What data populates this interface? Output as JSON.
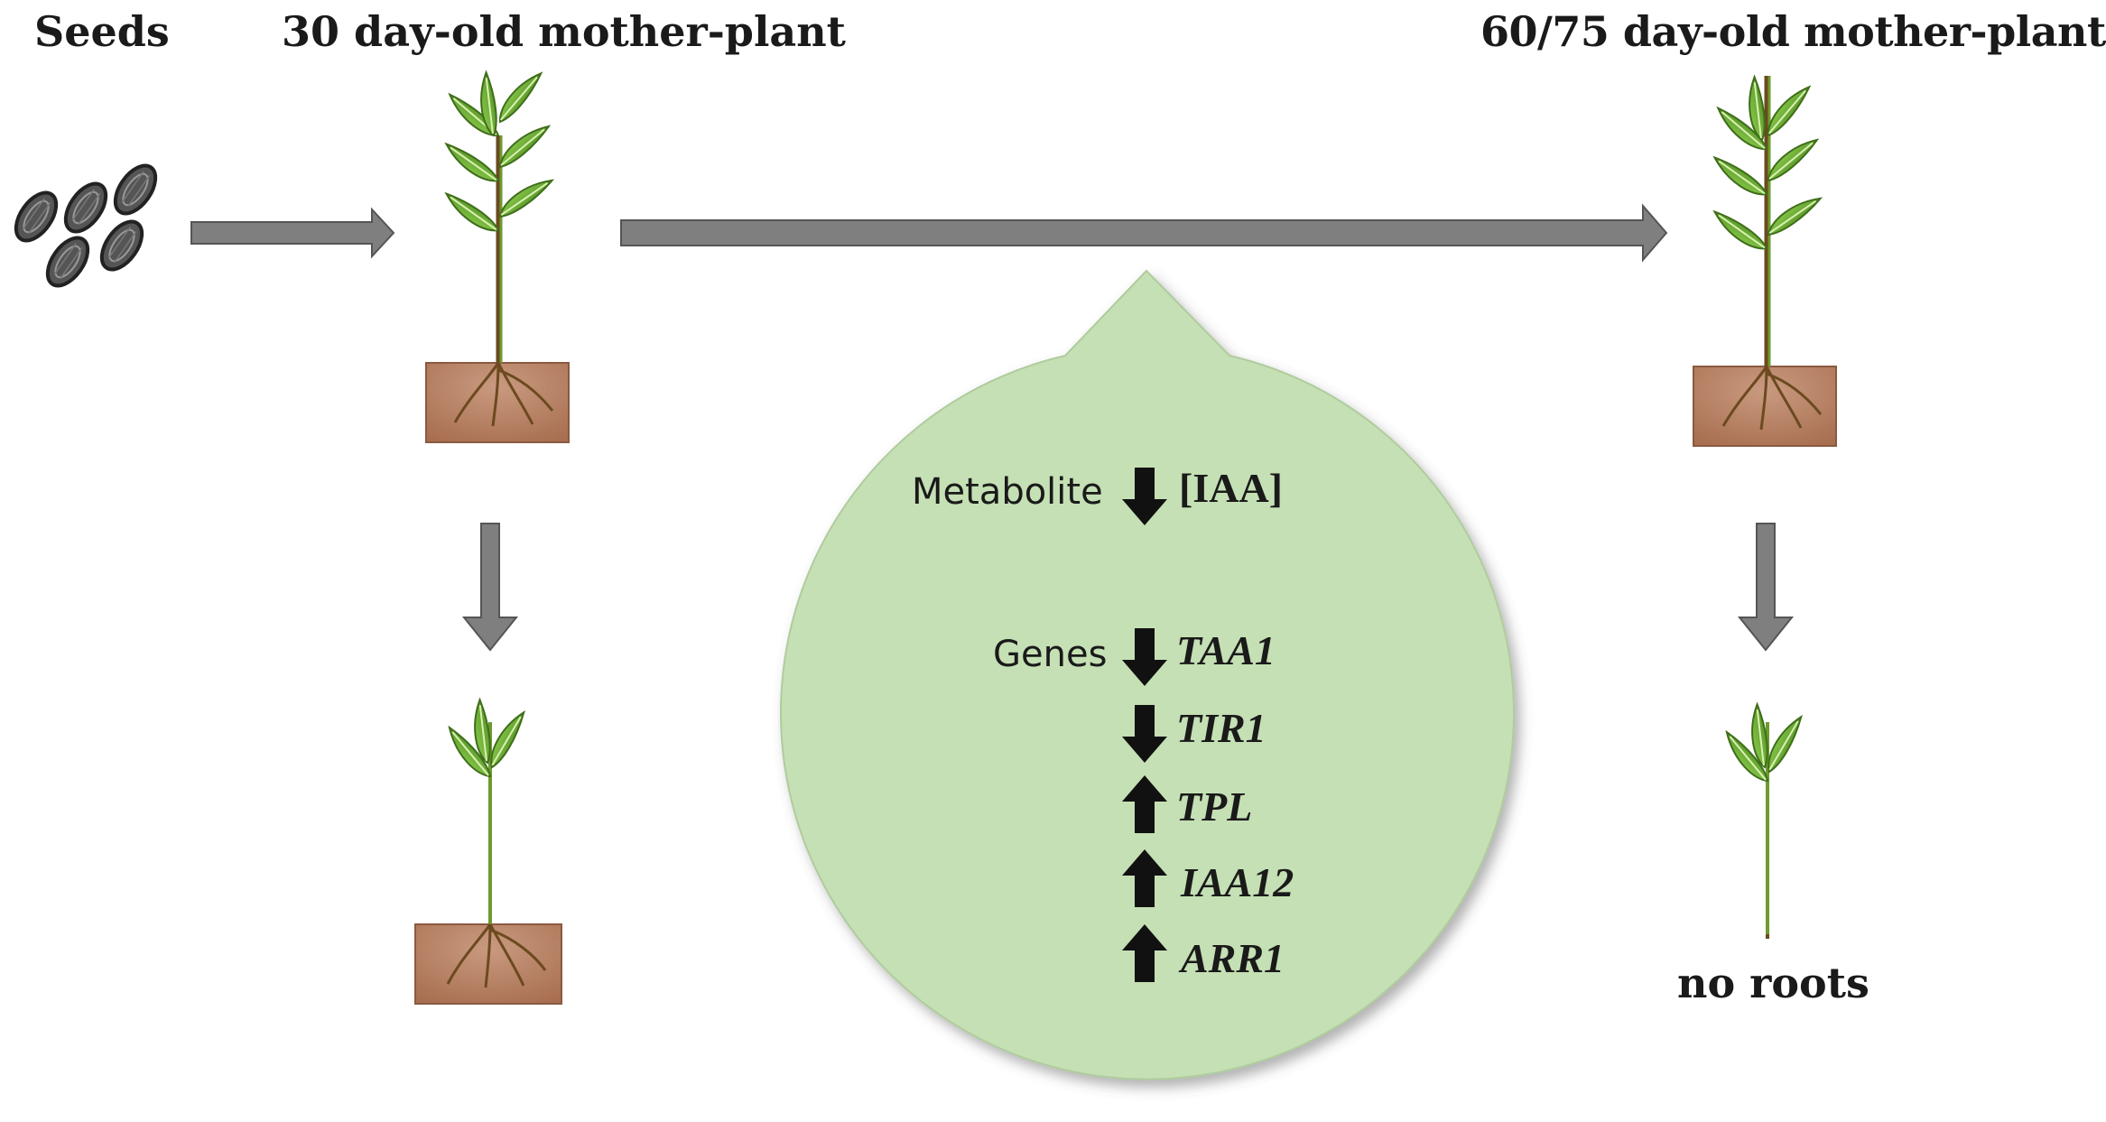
{
  "labels": {
    "seeds": "Seeds",
    "stage_30": "30 day-old mother-plant",
    "stage_60_75": "60/75 day-old mother-plant",
    "no_roots": "no roots"
  },
  "bubble": {
    "metabolite_label": "Metabolite",
    "metabolite": {
      "name": "[IAA]",
      "direction": "down"
    },
    "genes_label": "Genes",
    "genes": [
      {
        "name": "TAA1",
        "direction": "down"
      },
      {
        "name": "TIR1",
        "direction": "down"
      },
      {
        "name": "TPL",
        "direction": "up"
      },
      {
        "name": "IAA12",
        "direction": "up"
      },
      {
        "name": "ARR1",
        "direction": "up"
      }
    ]
  },
  "colors": {
    "arrow_gray": "#7f7f7f",
    "arrow_outline": "#555555",
    "bubble_fill": "#c5e0b4",
    "soil_fill": "#b57f63",
    "leaf_green": "#6aab3a",
    "stem_green": "#5a8a2a"
  }
}
